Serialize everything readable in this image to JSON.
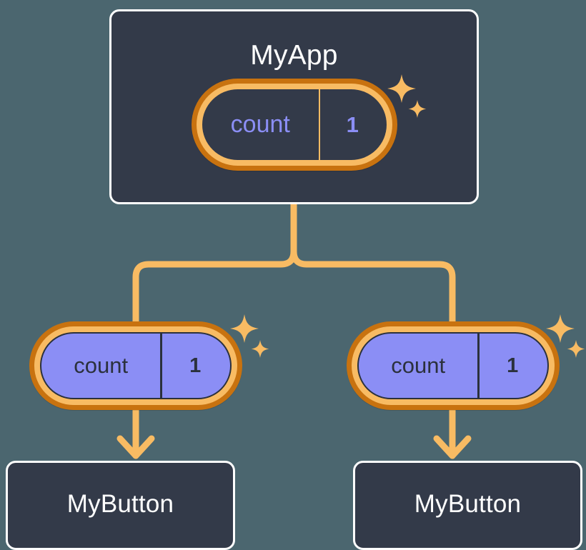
{
  "colors": {
    "background": "#4b666f",
    "box_fill": "#333a49",
    "box_border": "#ffffff",
    "ring_outer": "#c8720f",
    "ring_inner": "#f8bb63",
    "pill_purple_fill": "#8b8ef5",
    "accent_orange": "#f8bb63",
    "text_light": "#ffffff",
    "text_dark": "#2b313d",
    "text_purple": "#8b8ef5"
  },
  "diagram": {
    "type": "component-tree",
    "root": {
      "title": "MyApp",
      "state_pill": {
        "key": "count",
        "value": "1",
        "style": "dark"
      }
    },
    "branches": [
      {
        "prop_pill": {
          "key": "count",
          "value": "1",
          "style": "purple"
        },
        "child": {
          "title": "MyButton"
        }
      },
      {
        "prop_pill": {
          "key": "count",
          "value": "1",
          "style": "purple"
        },
        "child": {
          "title": "MyButton"
        }
      }
    ],
    "icons": {
      "sparkle_large": "sparkle-icon",
      "sparkle_small": "sparkle-icon",
      "arrow_down": "arrow-down-icon"
    }
  }
}
